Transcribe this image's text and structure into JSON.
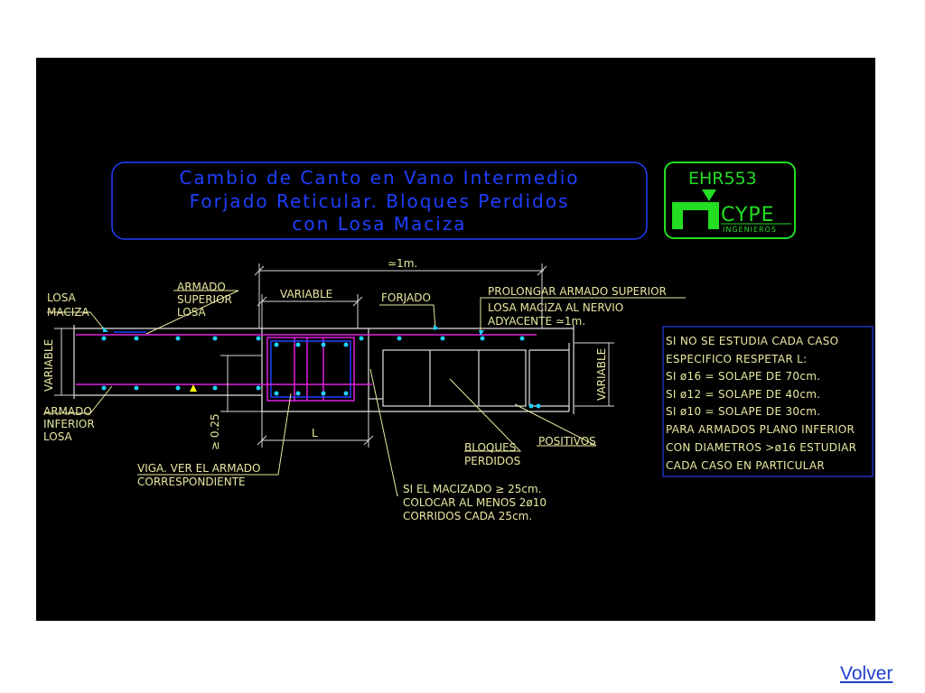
{
  "title_box": {
    "line1": "Cambio de Canto en Vano Intermedio",
    "line2": "Forjado Reticular. Bloques Perdidos",
    "line3": "con Losa Maciza"
  },
  "logo": {
    "code": "EHR553",
    "brand": "CYPE",
    "subtitle": "INGENIEROS"
  },
  "labels": {
    "approx_1m": "≃1m.",
    "losa": "LOSA",
    "maciza": "MACIZA",
    "armado_sup_1": "ARMADO",
    "armado_sup_2": "SUPERIOR",
    "armado_sup_3": "LOSA",
    "variable_top": "VARIABLE",
    "forjado": "FORJADO",
    "prolongar_1": "PROLONGAR ARMADO SUPERIOR",
    "prolongar_2": "LOSA MACIZA AL NERVIO",
    "prolongar_3": "ADYACENTE ≃1m.",
    "variable_left": "VARIABLE",
    "variable_right": "VARIABLE",
    "armado_inf_1": "ARMADO",
    "armado_inf_2": "INFERIOR",
    "armado_inf_3": "LOSA",
    "dim_025": "≥ 0.25",
    "dim_L": "L",
    "viga_1": "VIGA. VER EL ARMADO",
    "viga_2": "CORRESPONDIENTE",
    "bloques_1": "BLOQUES",
    "bloques_2": "PERDIDOS",
    "positivos": "POSITIVOS",
    "macizado_1": "SI EL MACIZADO ≥ 25cm.",
    "macizado_2": "COLOCAR AL MENOS 2ø10",
    "macizado_3": "CORRIDOS CADA 25cm."
  },
  "notes": [
    "SI NO SE ESTUDIA CADA CASO",
    "ESPECIFICO RESPETAR L:",
    "SI ø16 = SOLAPE DE 70cm.",
    "SI ø12 = SOLAPE DE 40cm.",
    "SI ø10 = SOLAPE DE 30cm.",
    "PARA ARMADOS PLANO INFERIOR",
    "CON DIAMETROS >ø16 ESTUDIAR",
    "CADA CASO EN PARTICULAR"
  ],
  "back_link": "Volver",
  "colors": {
    "background": "#000000",
    "title_blue": "#1f3fff",
    "logo_green": "#22dd22",
    "text_yellow": "#e8e8a0",
    "concrete_white": "#e0e0e0",
    "rebar_magenta": "#e020e0",
    "rebar_dot_cyan": "#20d0ff",
    "dim_white": "#d8d8d8",
    "accent_yellow": "#ffff00",
    "notes_blue": "#2030c0",
    "link_blue": "#1f3fcf"
  }
}
